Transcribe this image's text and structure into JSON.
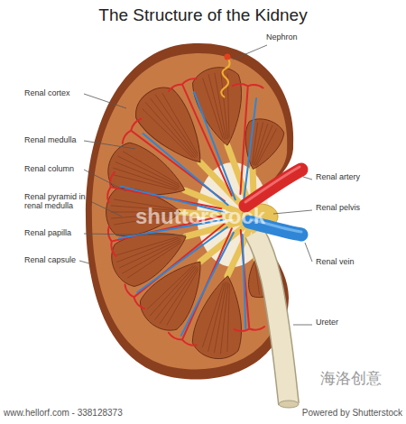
{
  "diagram": {
    "title": "The Structure of the Kidney",
    "labels": [
      "Nephron",
      "Renal cortex",
      "Renal medulla",
      "Renal column",
      "Renal pyramid in renal medulla",
      "Renal papilla",
      "Renal capsule",
      "Renal artery",
      "Renal pelvis",
      "Renal vein",
      "Ureter",
      "shutterstock",
      "海洛创意",
      "www.hellorf.com - 338128373",
      "Powered by Shutterstock"
    ]
  }
}
